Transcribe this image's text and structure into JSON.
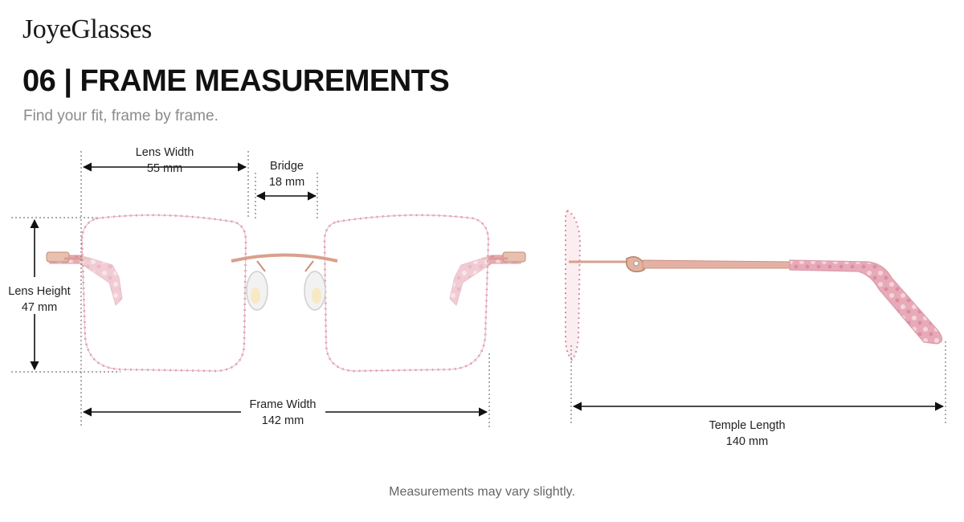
{
  "brand": {
    "name": "JoyeGlasses"
  },
  "header": {
    "title": "06 | FRAME MEASUREMENTS",
    "subtitle": "Find your fit, frame by frame."
  },
  "measurements": {
    "lens_width": {
      "label": "Lens Width",
      "value": "55 mm"
    },
    "bridge": {
      "label": "Bridge",
      "value": "18 mm"
    },
    "lens_height": {
      "label": "Lens Height",
      "value": "47 mm"
    },
    "frame_width": {
      "label": "Frame Width",
      "value": "142 mm"
    },
    "temple_length": {
      "label": "Temple Length",
      "value": "140 mm"
    }
  },
  "footer": {
    "note": "Measurements may vary slightly."
  },
  "colors": {
    "frame_pink": "#e0a5b4",
    "rim_pink": "#d98aa0",
    "rose_gold": "#d9a08c",
    "dimension_line": "#111111",
    "guide_dots": "#777777"
  }
}
